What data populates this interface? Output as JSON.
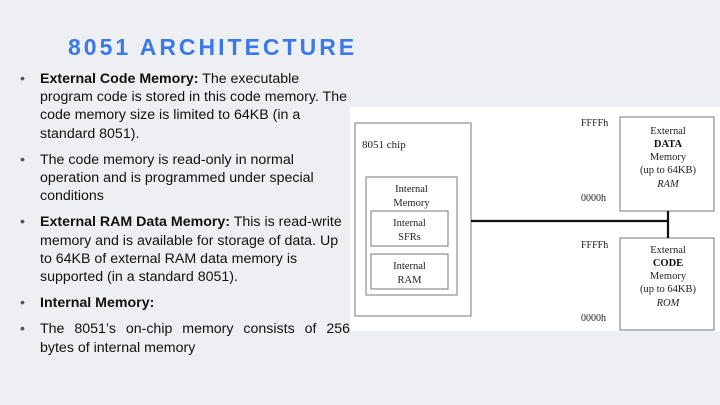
{
  "slide": {
    "title": "8051 ARCHITECTURE",
    "bullets": [
      {
        "bold": "External Code Memory:",
        "text": "  The executable program code is stored in this code memory. The code memory size is limited to 64KB (in a standard 8051)."
      },
      {
        "bold": "",
        "text": "The code memory is read-only in normal operation and is programmed under special conditions"
      },
      {
        "bold": "External RAM Data Memory:",
        "text": " This is read-write memory and is available for storage of data. Up to 64KB of external RAM data memory is supported (in a standard 8051)."
      },
      {
        "bold": "Internal Memory:",
        "text": ""
      },
      {
        "bold": "",
        "text": "The 8051’s on-chip memory consists of 256 bytes of internal memory"
      }
    ]
  },
  "diagram": {
    "chip_label": "8051 chip",
    "internal_memory": [
      "Internal",
      "Memory"
    ],
    "sfrs": [
      "Internal",
      "SFRs"
    ],
    "ram": [
      "Internal",
      "RAM"
    ],
    "data_mem": {
      "top_addr": "FFFFh",
      "bottom_addr": "0000h",
      "line1": "External",
      "line2": "DATA",
      "line3": "Memory",
      "line4": "(up to 64KB)",
      "line5": "RAM"
    },
    "code_mem": {
      "top_addr": "FFFFh",
      "bottom_addr": "0000h",
      "line1": "External",
      "line2": "CODE",
      "line3": "Memory",
      "line4": "(up to 64KB)",
      "line5": "ROM"
    }
  },
  "colors": {
    "title": "#3b78e8",
    "background": "#eeeff3"
  }
}
